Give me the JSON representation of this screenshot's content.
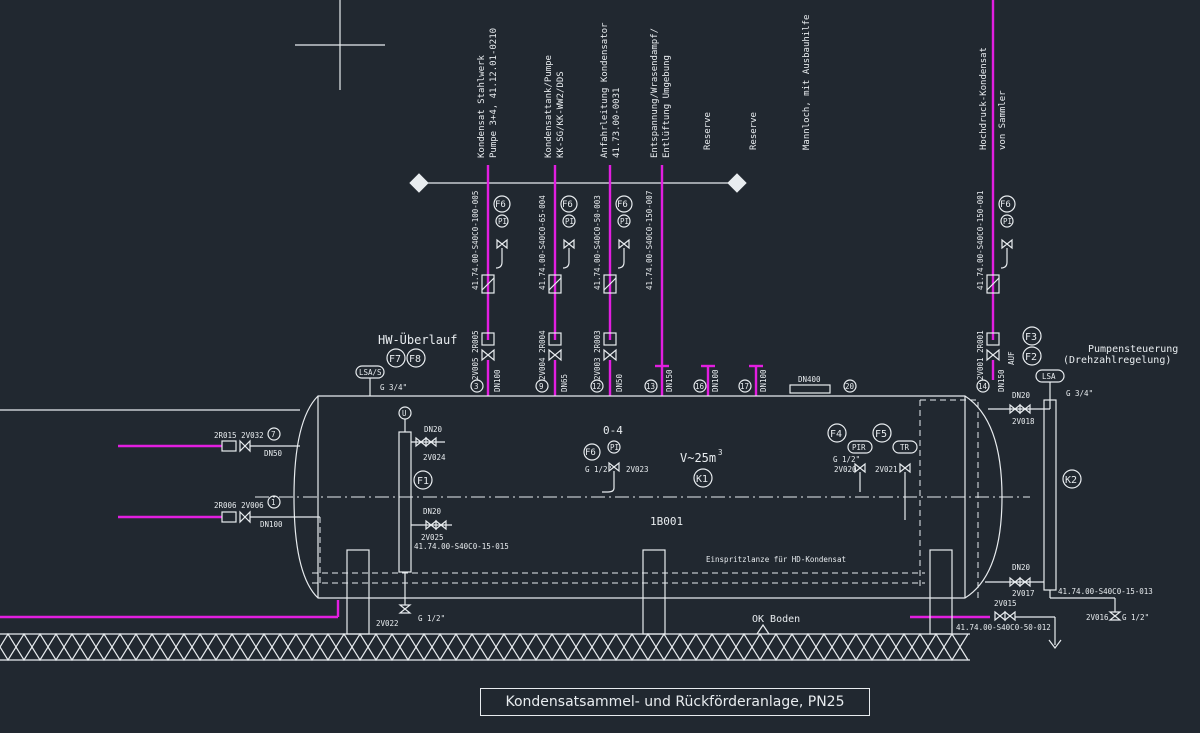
{
  "colors": {
    "background": "#212830",
    "lines": "#e8ecef",
    "pipes": "#e21ee0"
  },
  "title": "Kondensatsammel- und Rückförderanlage, PN25",
  "header_labels": [
    {
      "l1": "Kondensat Stahlwerk",
      "l2": "Pumpe 3+4, 41.12.01-0210"
    },
    {
      "l1": "Kondensattank/Pumpe",
      "l2": "KK-SG/KK-WW2/DDS"
    },
    {
      "l1": "Anfahrleitung Kondensator",
      "l2": "41.73.00-0031"
    },
    {
      "l1": "Entspannung/Wrasendampf/",
      "l2": "Entlüftung Umgebung"
    },
    {
      "l1": "Reserve",
      "l2": ""
    },
    {
      "l1": "Reserve",
      "l2": ""
    },
    {
      "l1": "Mannloch, mit Ausbauhilfe",
      "l2": ""
    },
    {
      "l1": "Hochdruck-Kondensat",
      "l2": "von Sammler"
    }
  ],
  "pipe_codes": [
    "41.74.00-S40C0-100-005",
    "41.74.00-S40C0-65-004",
    "41.74.00-S40C0-50-003",
    "41.74.00-S40C0-150-007",
    "41.74.00-S40C0-150-001"
  ],
  "instr_F6": "F6",
  "instr_PI": "PI",
  "valves_top": [
    "2V005 2R005",
    "2V004 2R004",
    "2V003 2R003",
    "2V001 2R001"
  ],
  "nozzles": [
    "3",
    "9",
    "12",
    "13",
    "16",
    "17",
    "20",
    "14"
  ],
  "nozzle_dn": [
    "DN100",
    "DN65",
    "DN50",
    "DN150",
    "DN100",
    "DN100",
    "DN400",
    "DN150"
  ],
  "hw_overflow": "HW-Überlauf",
  "f7": "F7",
  "f8": "F8",
  "f3": "F3",
  "f2": "F2",
  "auf": "AUF",
  "lsa_label": "LSA/S",
  "lsa_conn": "G 3/4\"",
  "pump_control_1": "Pumpensteuerung",
  "pump_control_2": "(Drehzahlregelung)",
  "lsa2_label": "LSA",
  "lsa2_conn": "G 3/4\"",
  "dn20_right": "DN20",
  "v_2v018": "2V018",
  "k2": "K2",
  "left_inlets": [
    {
      "valves": "2R015 2V032",
      "num": "7",
      "dn": "DN50"
    },
    {
      "valves": "2R006 2V006",
      "num": "1",
      "dn": "DN100"
    }
  ],
  "u_label": "U",
  "dn20_a": "DN20",
  "v_2v024": "2V024",
  "f1": "F1",
  "dn20_b": "DN20",
  "v_2v025": "2V025",
  "pipe_015": "41.74.00-S40C0-15-015",
  "v_2v022": "2V022",
  "g12": "G 1/2\"",
  "range": "0-4",
  "f6_mid": "F6",
  "pi_mid": "PI",
  "g12_mid": "G 1/2\"",
  "v_2v023": "2V023",
  "volume": "V~25m",
  "volume_sup": "3",
  "k1": "K1",
  "vessel_tag": "1B001",
  "injection_lance": "Einspritzlanze für HD-Kondensat",
  "f4": "F4",
  "pir": "PIR",
  "f5": "F5",
  "tr": "TR",
  "g12_right": "G 1/2\"",
  "v_2v020": "2V020",
  "v_2v021": "2V021",
  "dn20_bottom": "DN20",
  "v_2v017": "2V017",
  "pipe_013": "41.74.00-S40C0-15-013",
  "v_2v015": "2V015",
  "pipe_012": "41.74.00-S40C0-50-012",
  "v_2v016": "2V016",
  "g12_far": "G 1/2\"",
  "ok_boden": "OK Boden"
}
